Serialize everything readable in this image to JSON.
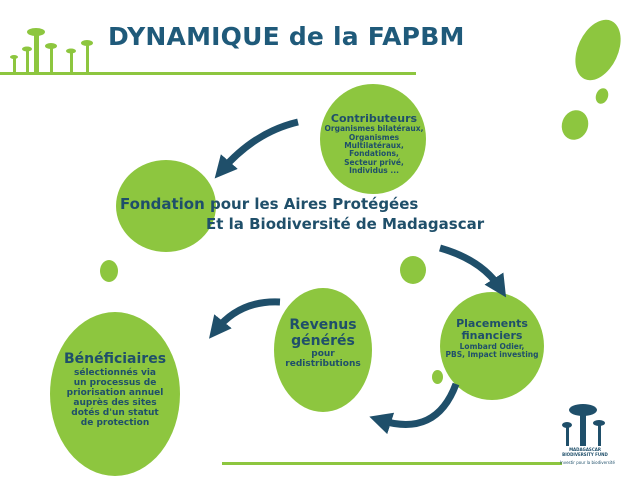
{
  "title": "DYNAMIQUE de la FAPBM",
  "center": {
    "line1": "Fondation pour les Aires Protégées",
    "line2": "Et la Biodiversité de Madagascar"
  },
  "contributeurs": {
    "title": "Contributeurs",
    "lines": [
      "Organismes bilatéraux,",
      "Organismes Multilatéraux,",
      "Fondations,",
      "Secteur privé,",
      "Individus ..."
    ]
  },
  "placements": {
    "title_line1": "Placements",
    "title_line2": "financiers",
    "lines": [
      "Lombard Odier,",
      "PBS, Impact investing"
    ]
  },
  "revenus": {
    "title_line1": "Revenus",
    "title_line2": "générés",
    "lines": [
      "pour",
      "redistributions"
    ]
  },
  "beneficiaires": {
    "title": "Bénéficiaires",
    "lines": [
      "sélectionnés via",
      "un processus de",
      "priorisation annuel",
      "auprès des sites",
      "dotés d'un statut",
      "de protection"
    ]
  },
  "logo": {
    "text_line1": "MADAGASCAR",
    "text_line2": "BIODIVERSITY FUND",
    "tagline": "Investir pour la biodiversité"
  },
  "colors": {
    "green": "#8dc63f",
    "arrow": "#1f4f6a",
    "title": "#1f5a7a"
  }
}
